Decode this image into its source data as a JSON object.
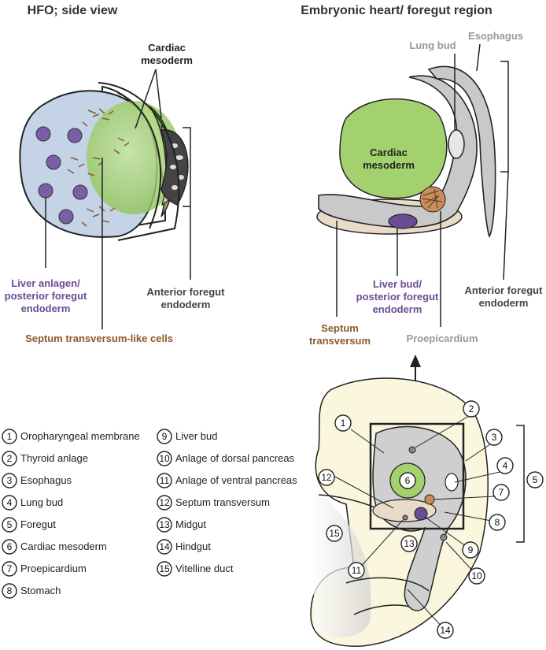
{
  "titles": {
    "left": "HFO; side view",
    "right": "Embryonic heart/ foregut region"
  },
  "left_panel": {
    "cardiac_1": "Cardiac",
    "cardiac_2": "mesoderm",
    "liver_1": "Liver anlagen/",
    "liver_2": "posterior foregut",
    "liver_3": "endoderm",
    "anterior_1": "Anterior foregut",
    "anterior_2": "endoderm",
    "septum_like": "Septum transversum-like cells"
  },
  "right_panel": {
    "lung_bud": "Lung bud",
    "esophagus": "Esophagus",
    "cardiac_1": "Cardiac",
    "cardiac_2": "mesoderm",
    "liverbud_1": "Liver bud/",
    "liverbud_2": "posterior foregut",
    "liverbud_3": "endoderm",
    "septum_1": "Septum",
    "septum_2": "transversum",
    "proepicardium": "Proepicardium",
    "anterior_1": "Anterior foregut",
    "anterior_2": "endoderm"
  },
  "legend": [
    {
      "n": "1",
      "label": "Oropharyngeal membrane"
    },
    {
      "n": "2",
      "label": "Thyroid anlage"
    },
    {
      "n": "3",
      "label": "Esophagus"
    },
    {
      "n": "4",
      "label": "Lung bud"
    },
    {
      "n": "5",
      "label": "Foregut"
    },
    {
      "n": "6",
      "label": "Cardiac mesoderm"
    },
    {
      "n": "7",
      "label": "Proepicardium"
    },
    {
      "n": "8",
      "label": "Stomach"
    },
    {
      "n": "9",
      "label": "Liver bud"
    },
    {
      "n": "10",
      "label": "Anlage of dorsal pancreas"
    },
    {
      "n": "11",
      "label": "Anlage of ventral pancreas"
    },
    {
      "n": "12",
      "label": "Septum transversum"
    },
    {
      "n": "13",
      "label": "Midgut"
    },
    {
      "n": "14",
      "label": "Hindgut"
    },
    {
      "n": "15",
      "label": "Vitelline duct"
    }
  ],
  "embryo_numbers": [
    "1",
    "2",
    "3",
    "4",
    "5",
    "6",
    "7",
    "8",
    "9",
    "10",
    "11",
    "12",
    "13",
    "14",
    "15"
  ],
  "colors": {
    "purple": "#6a4c93",
    "brown": "#8b5a2b",
    "grey_label": "#999999",
    "green": "#9ccf5f",
    "gut_grey": "#c8c8c8",
    "embryo_yellow": "#fbf7de"
  }
}
